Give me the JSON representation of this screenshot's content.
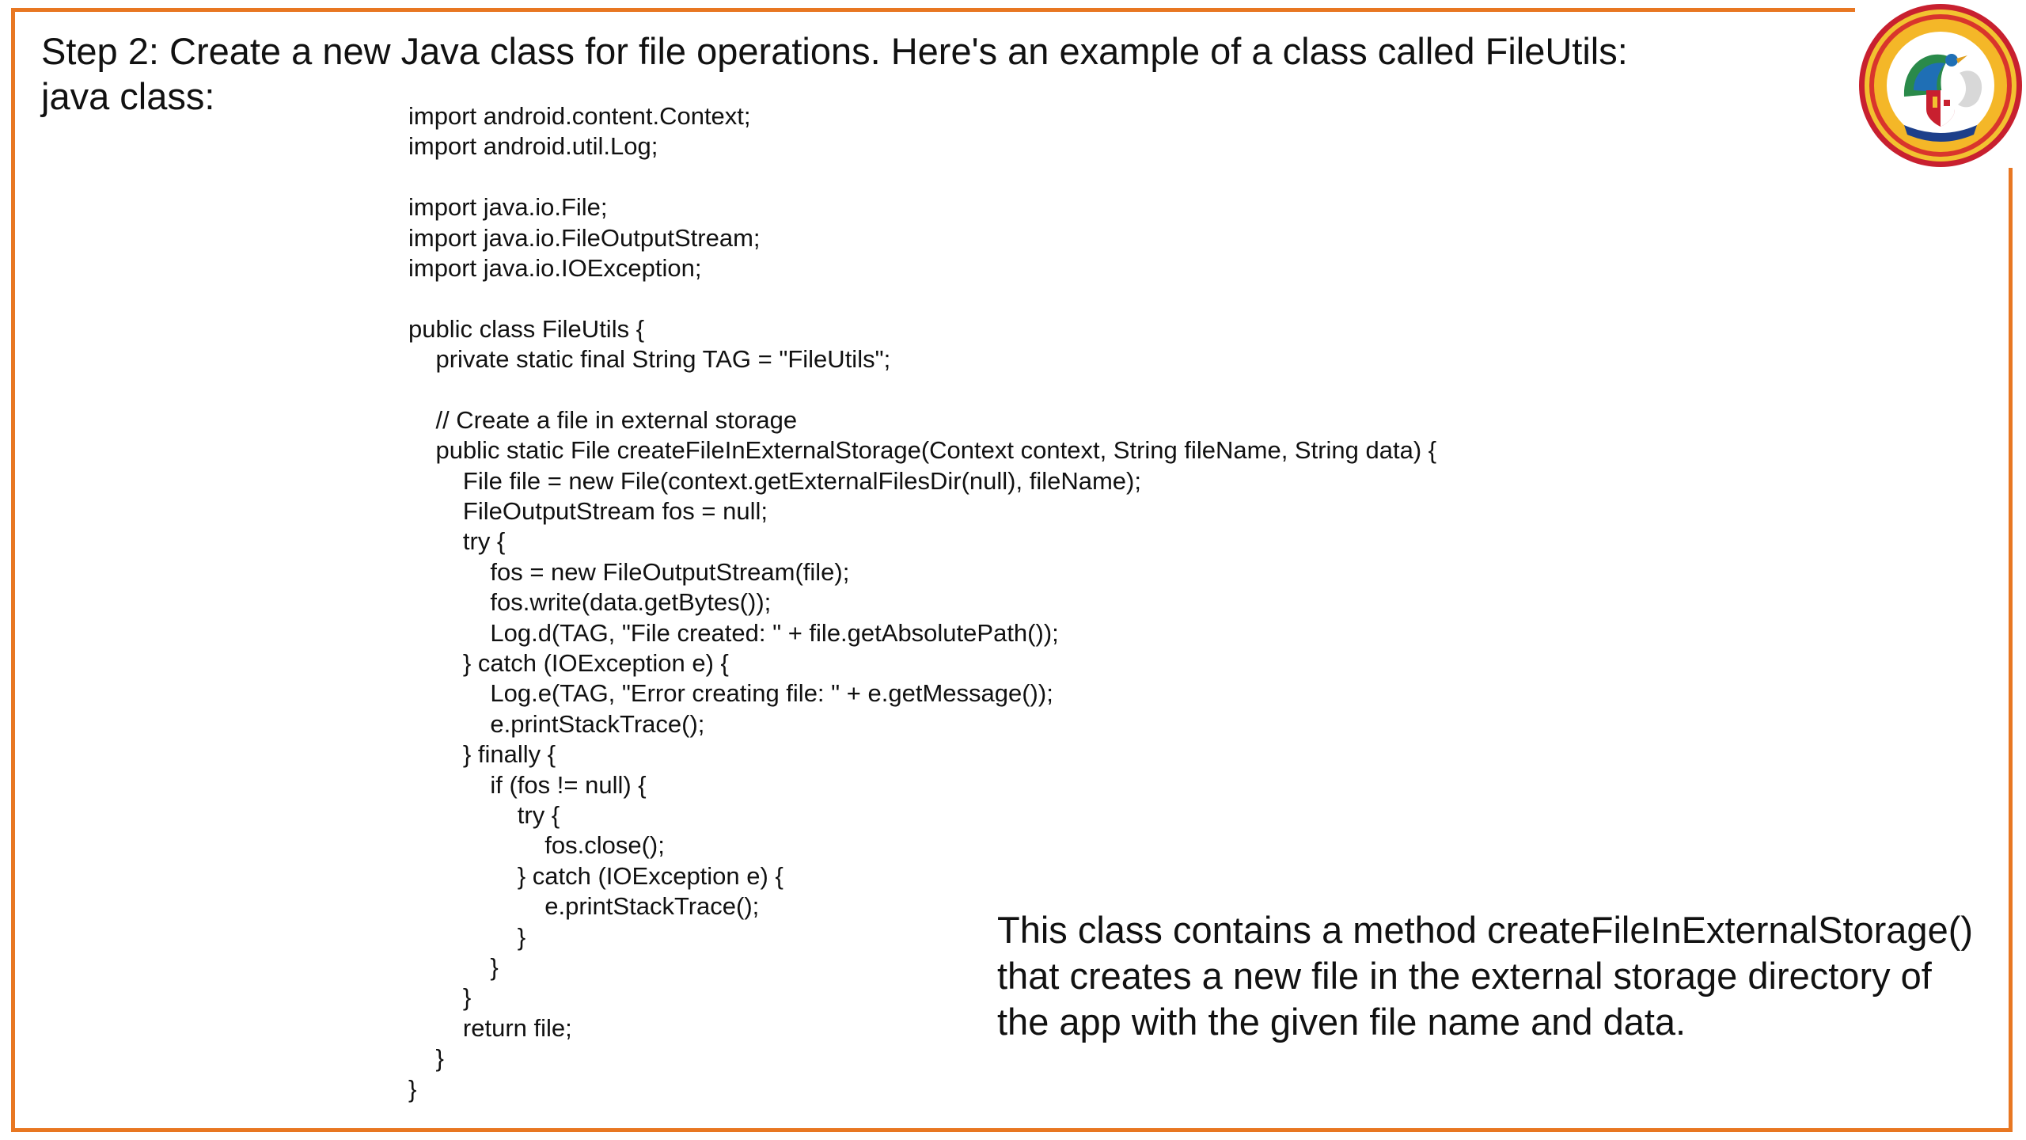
{
  "colors": {
    "accent": "#e87722"
  },
  "slide": {
    "heading_line1": "Step 2: Create a new Java class for file operations. Here's an example of a class called FileUtils:",
    "heading_line2": "java class:",
    "code_lines": [
      "import android.content.Context;",
      "import android.util.Log;",
      "",
      "import java.io.File;",
      "import java.io.FileOutputStream;",
      "import java.io.IOException;",
      "",
      "public class FileUtils {",
      "    private static final String TAG = \"FileUtils\";",
      "",
      "    // Create a file in external storage",
      "    public static File createFileInExternalStorage(Context context, String fileName, String data) {",
      "        File file = new File(context.getExternalFilesDir(null), fileName);",
      "        FileOutputStream fos = null;",
      "        try {",
      "            fos = new FileOutputStream(file);",
      "            fos.write(data.getBytes());",
      "            Log.d(TAG, \"File created: \" + file.getAbsolutePath());",
      "        } catch (IOException e) {",
      "            Log.e(TAG, \"Error creating file: \" + e.getMessage());",
      "            e.printStackTrace();",
      "        } finally {",
      "            if (fos != null) {",
      "                try {",
      "                    fos.close();",
      "                } catch (IOException e) {",
      "                    e.printStackTrace();",
      "                }",
      "            }",
      "        }",
      "        return file;",
      "    }",
      "}"
    ],
    "description": "This class contains a method createFileInExternalStorage() that creates a new file in the external storage directory of the app with the given file name and data."
  },
  "logo": {
    "icon": "university-seal-icon"
  }
}
